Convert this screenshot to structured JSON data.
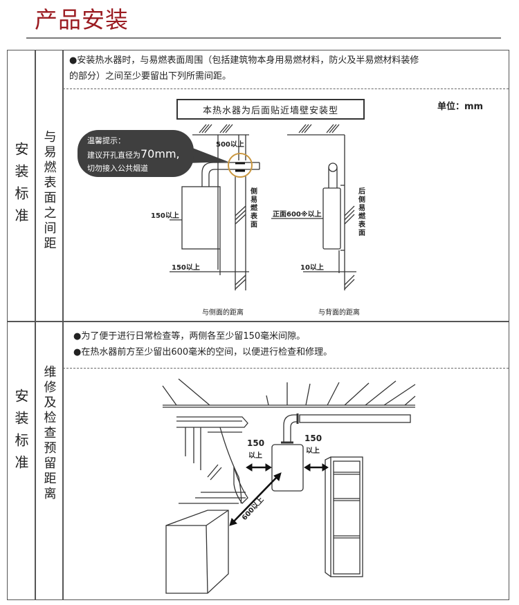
{
  "page": {
    "title": "产品安装"
  },
  "section1": {
    "category": "安装标准",
    "subcategory": "与易燃表面之间距",
    "note_line1": "●安装热水器时，与易燃表面周围（包括建筑物本身用易燃材料，防火及半易燃材料装修",
    "note_line2": "的部分）之间至少要留出下列所需间距。",
    "diagram_title": "本热水器为后面贴近墙壁安装型",
    "unit_label": "单位：mm",
    "tip": {
      "heading": "温馨提示：",
      "line2_prefix": "建议开孔直径为",
      "line2_value": "70mm,",
      "line3": "切勿接入公共烟道"
    },
    "side_diagram": {
      "top_clearance": "500以上",
      "left_clearance": "150以上",
      "bottom_clearance": "150以上",
      "surface_label": "侧易燃表面",
      "caption": "与侧面的距离"
    },
    "back_diagram": {
      "front_clearance": "正面600※以上",
      "back_clearance": "10以上",
      "surface_label": "后侧易燃表面",
      "caption": "与背面的距离"
    }
  },
  "section2": {
    "category": "安装标准",
    "subcategory": "维修及检查预留距离",
    "note_line1": "●为了便于进行日常检查等，两侧各至少留150毫米间隙。",
    "note_line2": "●在热水器前方至少留出600毫米的空间，以便进行检查和修理。",
    "illustration": {
      "left_gap_value": "150",
      "left_gap_suffix": "以上",
      "right_gap_value": "150",
      "right_gap_suffix": "以上",
      "front_gap": "600以上"
    }
  },
  "colors": {
    "title": "#9b1c22",
    "bubble": "#3f3f3f",
    "highlight_ring": "#c9963e",
    "line": "#333333"
  }
}
